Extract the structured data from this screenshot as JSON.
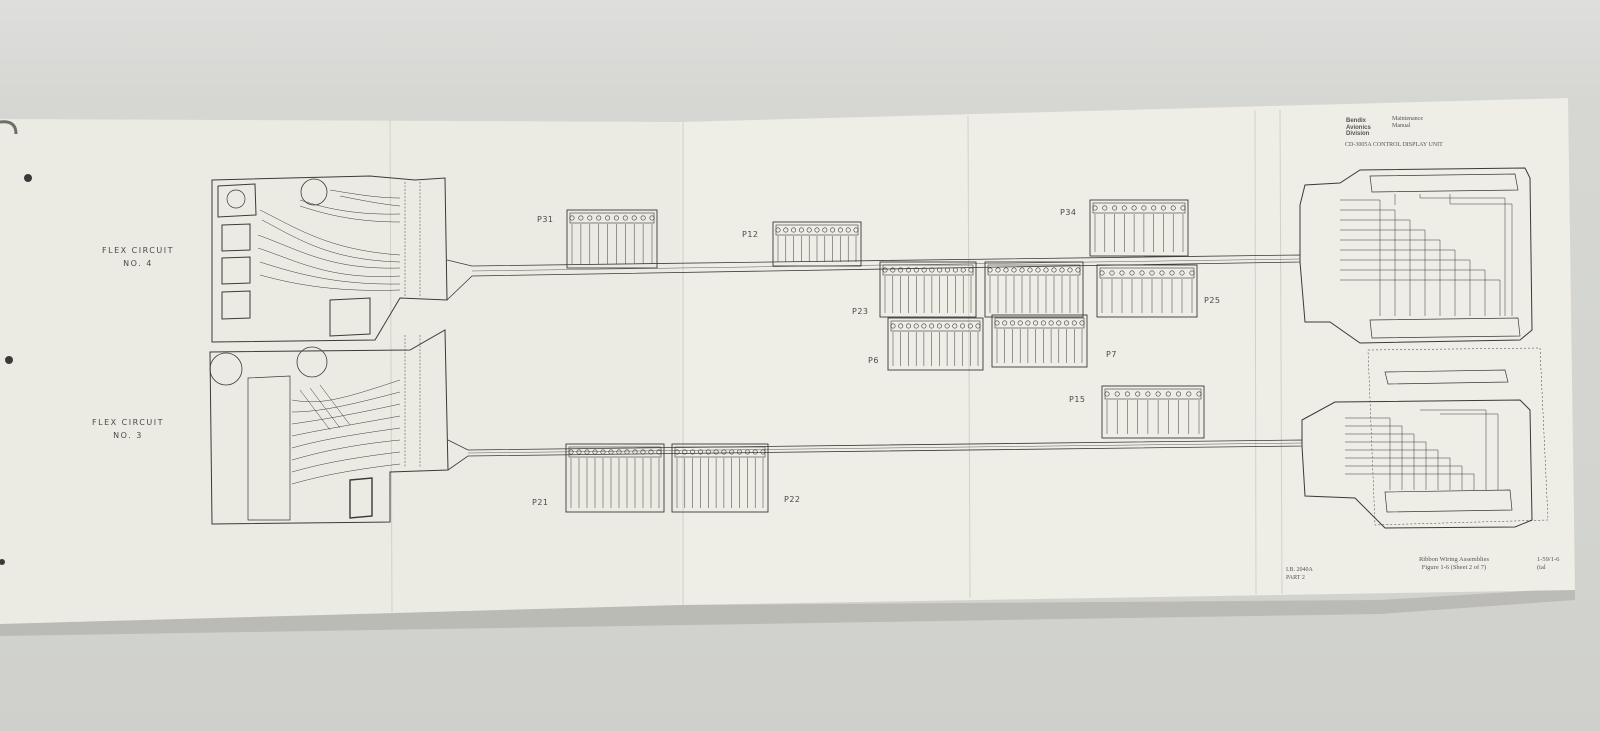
{
  "header": {
    "company_lines": [
      "Bendix",
      "Avionics",
      "Division"
    ],
    "manual_lines": [
      "Maintenance",
      "Manual"
    ],
    "unit_title": "CD-3005A CONTROL DISPLAY UNIT"
  },
  "flex_labels": {
    "top": [
      "FLEX CIRCUIT",
      "NO. 4"
    ],
    "bottom": [
      "FLEX CIRCUIT",
      "NO. 3"
    ]
  },
  "connectors": {
    "p31": "P31",
    "p12": "P12",
    "p34": "P34",
    "p23": "P23",
    "p25": "P25",
    "p6": "P6",
    "p7": "P7",
    "p15": "P15",
    "p21": "P21",
    "p22": "P22"
  },
  "footer": {
    "doc_number": "I.B. 2040A",
    "part": "PART 2",
    "caption": "Ribbon Wiring Assemblies",
    "figure": "Figure 1-6 (Sheet 2 of 7)",
    "page": "1-59/1-6",
    "page_2": "(tal"
  }
}
